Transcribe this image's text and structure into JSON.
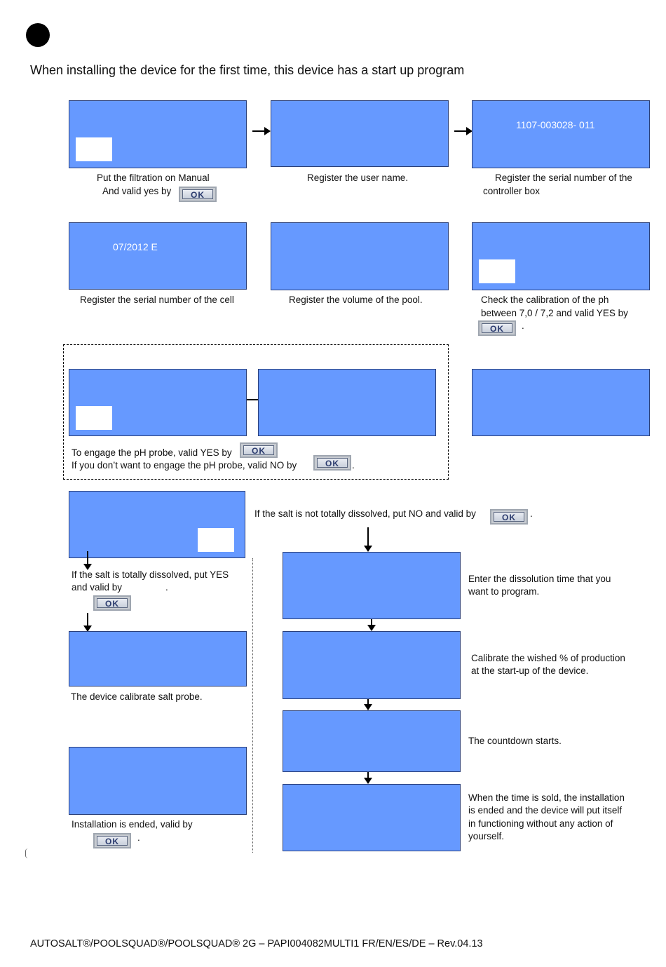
{
  "header": {
    "intro": "When installing the device for the first time, this device has a start up program"
  },
  "screens": {
    "s3_text": "1107-003028- 011",
    "s4_text": "07/2012 E"
  },
  "captions": {
    "c1_line1": "Put the filtration on Manual",
    "c1_line2": "And valid yes by",
    "c2": "Register the user name.",
    "c3_line1": "Register the serial number of the",
    "c3_line2": "controller box",
    "c4": "Register the serial number of the cell",
    "c5": "Register the volume of the pool.",
    "c6_line1": "Check the calibration of the ph",
    "c6_line2": "between 7,0 / 7,2 and valid YES by",
    "c6_tail": ".",
    "c7_line1": "To engage the pH probe, valid YES by",
    "c7_line2": "If you don’t want to engage the pH probe, valid NO by",
    "c7_tail": ".",
    "salt_no": "If the salt is not totally dissolved, put NO and valid by",
    "salt_no_tail": ".",
    "salt_yes_line1": "If the salt is totally dissolved, put YES",
    "salt_yes_line2": "and valid by",
    "salt_yes_tail": ".",
    "dissolution_line1": "Enter the dissolution time that you",
    "dissolution_line2": "want to program.",
    "calibrate_salt": "The device calibrate salt probe.",
    "production_line1": "Calibrate the wished % of production",
    "production_line2": "at the start-up of the device.",
    "countdown": "The countdown starts.",
    "ended_line1": "Installation is ended, valid by",
    "ended_tail": ".",
    "sold_line1": "When the time is sold, the installation",
    "sold_line2": "is ended and the device will put itself",
    "sold_line3": "in functioning without any action of",
    "sold_line4": "yourself."
  },
  "ok_label": "OK",
  "footer": {
    "text": "AUTOSALT®/POOLSQUAD®/POOLSQUAD® 2G – PAPI004082MULTI1 FR/EN/ES/DE –  Rev.04.13"
  },
  "colors": {
    "screen": "#6699ff",
    "ok_button": "#c9d0dc"
  }
}
